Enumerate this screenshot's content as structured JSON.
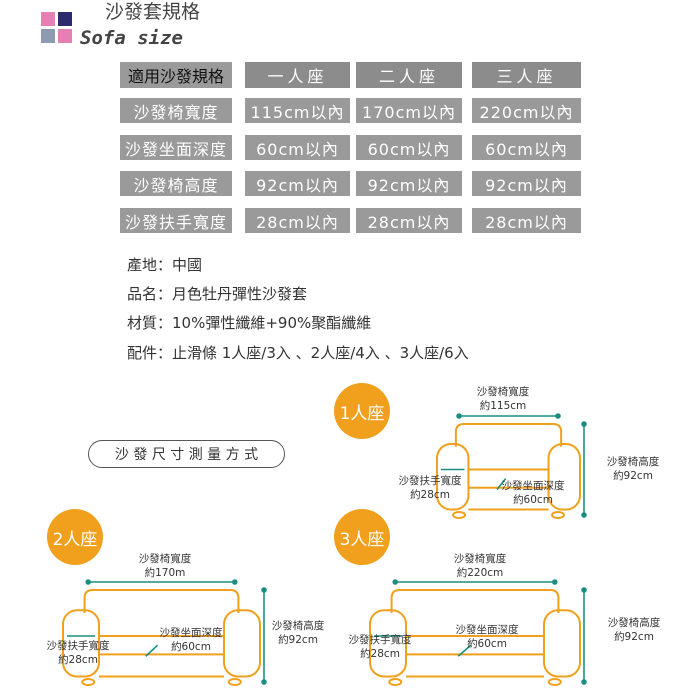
{
  "header": {
    "title_zh": "沙發套規格",
    "title_en": "Sofa size"
  },
  "colors": {
    "pink": "#e67fb4",
    "navy": "#2b2a6e",
    "grey_blue": "#8d9bb0",
    "orange": "#f0a01c",
    "teal": "#1a8f80",
    "cell": "#9a9a9a"
  },
  "table": {
    "corner": "適用沙發規格",
    "columns": [
      "一人座",
      "二人座",
      "三人座"
    ],
    "rows": [
      {
        "label": "沙發椅寬度",
        "values": [
          "115cm以內",
          "170cm以內",
          "220cm以內"
        ]
      },
      {
        "label": "沙發坐面深度",
        "values": [
          "60cm以內",
          "60cm以內",
          "60cm以內"
        ]
      },
      {
        "label": "沙發椅高度",
        "values": [
          "92cm以內",
          "92cm以內",
          "92cm以內"
        ]
      },
      {
        "label": "沙發扶手寬度",
        "values": [
          "28cm以內",
          "28cm以內",
          "28cm以內"
        ]
      }
    ]
  },
  "info": [
    "產地：中國",
    "品名：月色牡丹彈性沙發套",
    "材質：10%彈性纖維+90%聚酯纖維",
    "配件：止滑條 1人座/3入 、2人座/4入 、3人座/6入"
  ],
  "measure_title": "沙 發 尺 寸 測 量 方 式",
  "sofas": [
    {
      "badge": "1人座",
      "width_label": "沙發椅寬度",
      "width_value": "約115cm",
      "height_label": "沙發椅高度",
      "height_value": "約92cm",
      "arm_label": "沙發扶手寬度",
      "arm_value": "約28cm",
      "depth_label": "沙發坐面深度",
      "depth_value": "約60cm"
    },
    {
      "badge": "2人座",
      "width_label": "沙發椅寬度",
      "width_value": "約170m",
      "height_label": "沙發椅高度",
      "height_value": "約92cm",
      "arm_label": "沙發扶手寬度",
      "arm_value": "約28cm",
      "depth_label": "沙發坐面深度",
      "depth_value": "約60cm"
    },
    {
      "badge": "3人座",
      "width_label": "沙發椅寬度",
      "width_value": "約220cm",
      "height_label": "沙發椅高度",
      "height_value": "約92cm",
      "arm_label": "沙發扶手寬度",
      "arm_value": "約28cm",
      "depth_label": "沙發坐面深度",
      "depth_value": "約60cm"
    }
  ]
}
